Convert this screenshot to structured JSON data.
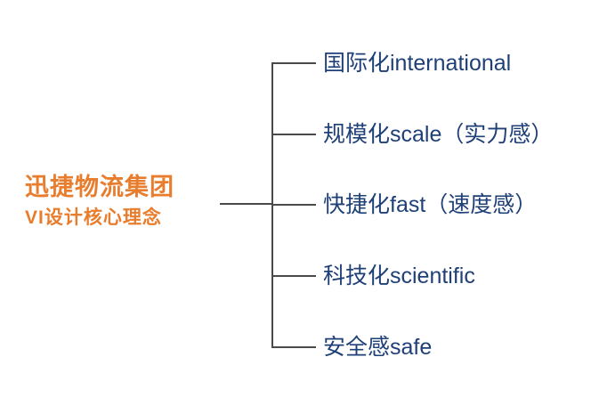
{
  "diagram": {
    "root": {
      "title": "迅捷物流集团",
      "subtitle": "VI设计核心理念"
    },
    "items": [
      {
        "label": "国际化international"
      },
      {
        "label": "规模化scale（实力感）"
      },
      {
        "label": "快捷化fast（速度感）"
      },
      {
        "label": "科技化scientific"
      },
      {
        "label": "安全感safe"
      }
    ],
    "colors": {
      "root_text": "#E87D2E",
      "item_text": "#1F4077",
      "line": "#4a4a4a"
    }
  }
}
